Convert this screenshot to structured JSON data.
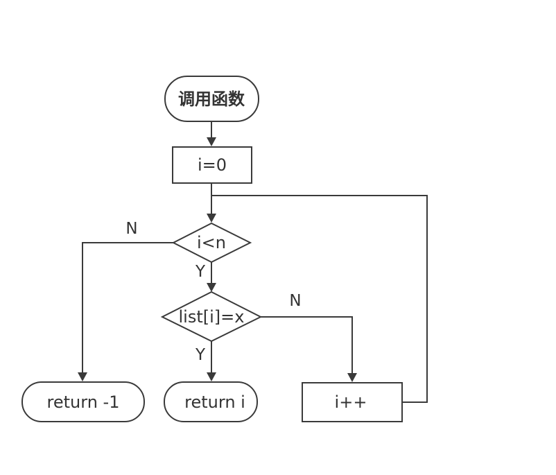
{
  "nodes": {
    "start": "调用函数",
    "init": "i=0",
    "cond_loop": "i<n",
    "cond_match": "list[i]=x",
    "ret_fail": "return -1",
    "ret_found": "return i",
    "increment": "i++"
  },
  "edge_labels": {
    "loop_no": "N",
    "loop_yes": "Y",
    "match_no": "N",
    "match_yes": "Y"
  },
  "colors": {
    "stroke": "#3a3a3a",
    "text": "#333333",
    "background": "#ffffff"
  }
}
